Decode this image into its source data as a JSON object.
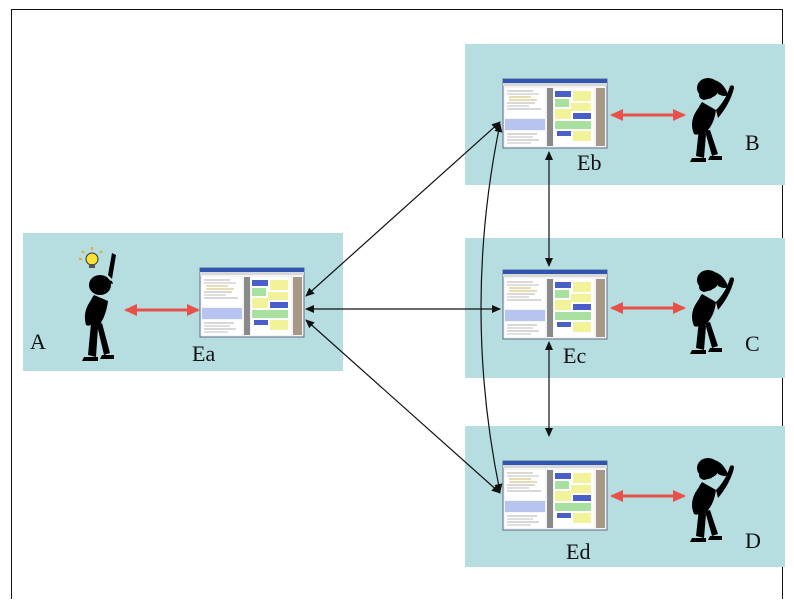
{
  "nodes": {
    "a": {
      "person": "A",
      "editor": "Ea"
    },
    "b": {
      "person": "B",
      "editor": "Eb"
    },
    "c": {
      "person": "C",
      "editor": "Ec"
    },
    "d": {
      "person": "D",
      "editor": "Ed"
    }
  },
  "colors": {
    "panel": "#b6dde0",
    "local_link": "#e8504a",
    "network_link": "#111111"
  }
}
